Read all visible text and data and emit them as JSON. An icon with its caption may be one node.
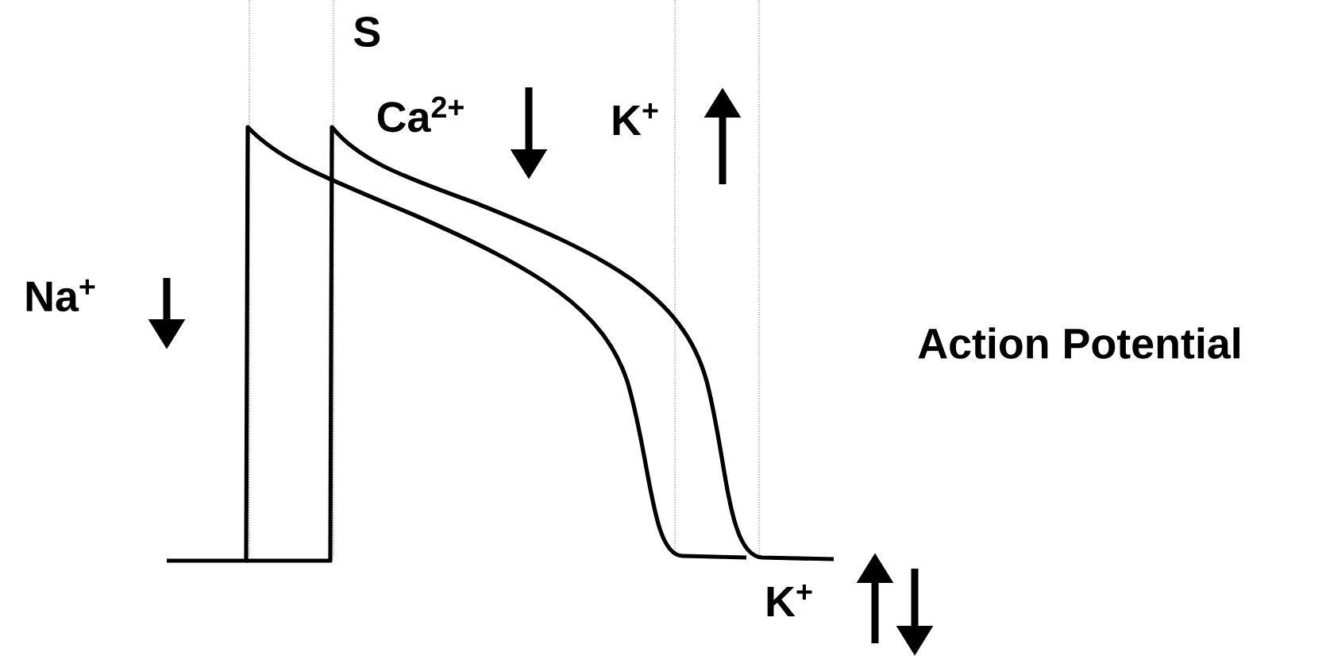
{
  "diagram": {
    "labels": [
      "S",
      "Ca$^{2+}$",
      "K$^{+}$",
      "Na$^{+}$",
      "Action Potential",
      "K$^{+}$"
    ]
  }
}
